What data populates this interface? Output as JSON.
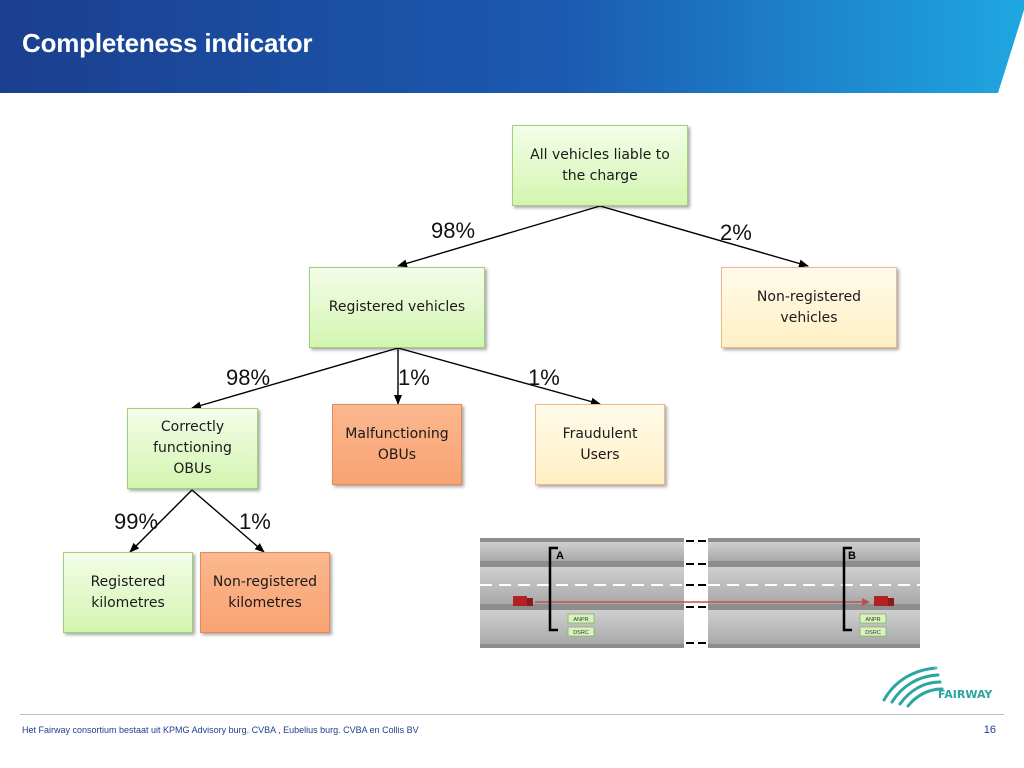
{
  "header": {
    "title": "Completeness indicator"
  },
  "nodes": {
    "root": "All vehicles liable to the charge",
    "registered": "Registered vehicles",
    "non_registered": "Non-registered vehicles",
    "correct_obus": "Correctly functioning OBUs",
    "malfunctioning": "Malfunctioning OBUs",
    "fraudulent": "Fraudulent Users",
    "reg_km": "Registered kilometres",
    "nonreg_km": "Non-registered kilometres"
  },
  "percentages": {
    "root_to_registered": "98%",
    "root_to_nonregistered": "2%",
    "registered_to_correct": "98%",
    "registered_to_malfunctioning": "1%",
    "registered_to_fraudulent": "1%",
    "correct_to_regkm": "99%",
    "correct_to_nonregkm": "1%"
  },
  "scene": {
    "gantry_a": "A",
    "gantry_b": "B",
    "anpr": "ANPR",
    "dsrc": "DSRC"
  },
  "logo": {
    "text": "FAIRWAY"
  },
  "footer": {
    "text": "Het  Fairway consortium bestaat uit KPMG Advisory burg. CVBA , Eubelius burg. CVBA en Collis BV",
    "page_number": "16"
  },
  "colors": {
    "header_dark": "#1b3f8f",
    "header_light": "#1fa7e0",
    "green_box": "#d3f5b0",
    "yellow_box": "#ffefc4",
    "orange_box": "#f9a272",
    "logo_teal": "#2aa6a0"
  }
}
